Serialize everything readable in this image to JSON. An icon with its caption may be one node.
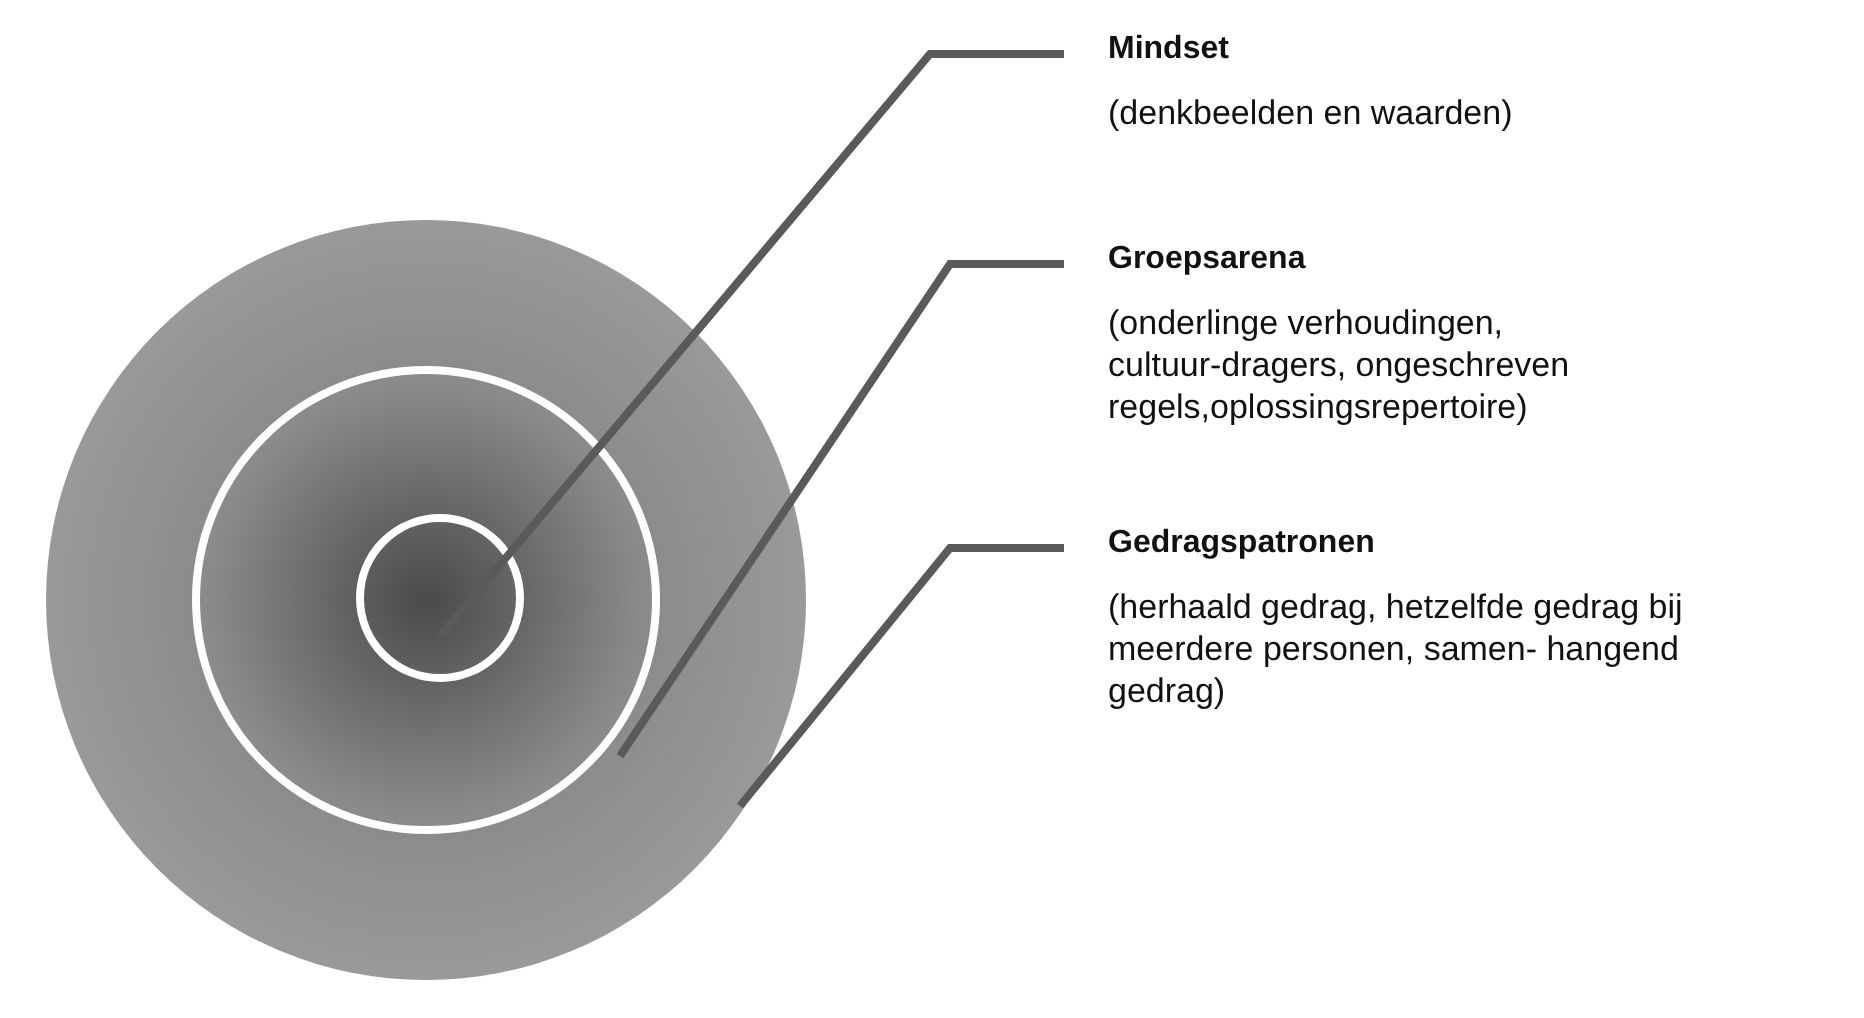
{
  "diagram": {
    "nodes": [
      {
        "text": [],
        "shape": "circle"
      },
      {
        "text": [],
        "shape": "circle",
        "in": 0
      },
      {
        "text": [],
        "shape": "circle",
        "in": 1
      },
      {
        "text": [
          "Mindset",
          "(denkbeelden en waarden)"
        ]
      },
      {
        "text": [
          "Groepsarena",
          "(onderlinge verhoudingen, cultuur-dragers, ongeschreven regels,oplossingsrepertoire)"
        ]
      },
      {
        "text": [
          "Gedragspatronen",
          "(herhaald gedrag, hetzelfde gedrag bij meerdere personen, samen- hangend gedrag)"
        ]
      }
    ],
    "edges": [
      {
        "from": 3,
        "to": 2,
        "arrow": "none"
      },
      {
        "from": 4,
        "to": 1,
        "arrow": "none"
      },
      {
        "from": 5,
        "to": 0,
        "arrow": "none"
      }
    ]
  }
}
